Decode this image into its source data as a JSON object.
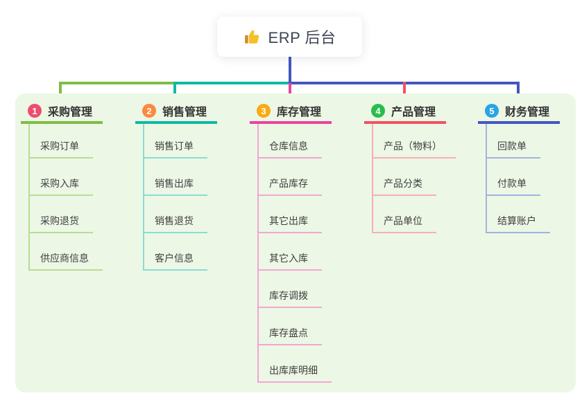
{
  "root": {
    "label": "ERP 后台",
    "icon": "thumbs-up-icon"
  },
  "panel": {
    "bg": "#ecf7e6"
  },
  "connector": {
    "root_color": "#4356c0"
  },
  "branches": [
    {
      "badge": "1",
      "label": "采购管理",
      "color": "#7fbc45",
      "light": "#b9dc92",
      "badge_bg": "#ef4d6e",
      "children": [
        "采购订单",
        "采购入库",
        "采购退货",
        "供应商信息"
      ]
    },
    {
      "badge": "2",
      "label": "销售管理",
      "color": "#0ebaa5",
      "light": "#8adcd2",
      "badge_bg": "#fa8a3f",
      "children": [
        "销售订单",
        "销售出库",
        "销售退货",
        "客户信息"
      ]
    },
    {
      "badge": "3",
      "label": "库存管理",
      "color": "#e8449c",
      "light": "#f3a6d0",
      "badge_bg": "#f8ab15",
      "children": [
        "仓库信息",
        "产品库存",
        "其它出库",
        "其它入库",
        "库存调拨",
        "库存盘点",
        "出库库明细"
      ]
    },
    {
      "badge": "4",
      "label": "产品管理",
      "color": "#f25262",
      "light": "#f9aeb4",
      "badge_bg": "#2abd4d",
      "children": [
        "产品（物料）",
        "产品分类",
        "产品单位"
      ]
    },
    {
      "badge": "5",
      "label": "财务管理",
      "color": "#4356c0",
      "light": "#a3b2e0",
      "badge_bg": "#29a4e5",
      "children": [
        "回款单",
        "付款单",
        "结算账户"
      ]
    }
  ]
}
